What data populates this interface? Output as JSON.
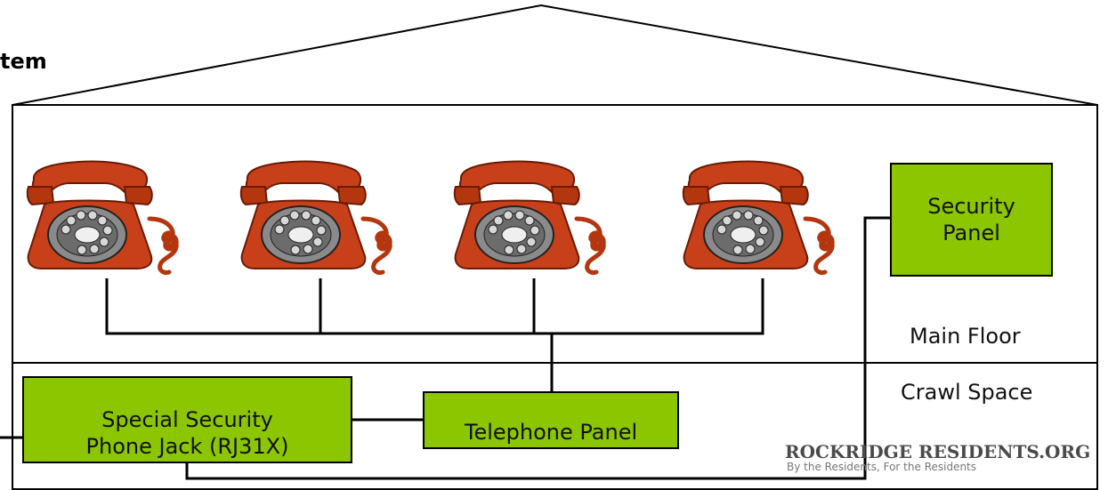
{
  "diagram": {
    "title_fragment": "tem",
    "labels": {
      "security_panel": "Security\nPanel",
      "main_floor": "Main Floor",
      "crawl_space": "Crawl Space",
      "special_jack": "Special Security\nPhone Jack (RJ31X)",
      "telephone_panel": "Telephone Panel"
    },
    "logo": {
      "main": "ROCKRIDGE RESIDENTS.ORG",
      "tagline": "By the Residents, For the Residents"
    },
    "phones": {
      "count": 4,
      "icon": "rotary-telephone-icon"
    },
    "colors": {
      "box_fill": "#8cc600",
      "phone_body": "#c8401a",
      "phone_dark": "#7a2008",
      "dial": "#8a8a8a",
      "line": "#000000"
    }
  }
}
